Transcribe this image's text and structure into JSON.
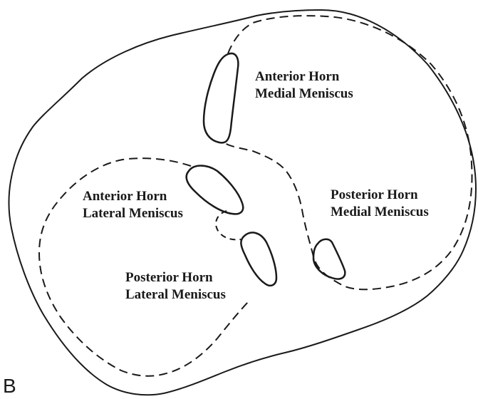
{
  "figure": {
    "panel_letter": "B",
    "labels": {
      "anterior_horn_medial": {
        "line1": "Anterior Horn",
        "line2": "Medial Meniscus"
      },
      "posterior_horn_medial": {
        "line1": "Posterior Horn",
        "line2": "Medial Meniscus"
      },
      "anterior_horn_lateral": {
        "line1": "Anterior Horn",
        "line2": "Lateral Meniscus"
      },
      "posterior_horn_lateral": {
        "line1": "Posterior Horn",
        "line2": "Lateral Meniscus"
      }
    },
    "colors": {
      "stroke": "#1a1a1a",
      "background": "#ffffff"
    }
  }
}
